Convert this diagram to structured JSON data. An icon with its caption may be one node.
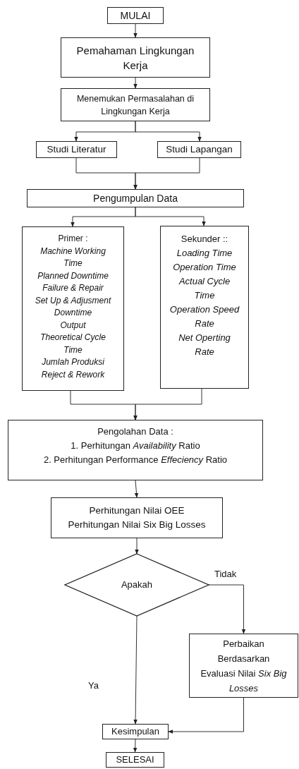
{
  "diagram": {
    "nodes": [
      {
        "text": [
          "MULAI"
        ]
      },
      {
        "text": [
          "Pemahaman  Lingkungan Kerja"
        ]
      },
      {
        "text": [
          "Menemukan Permasalahan di Lingkungan Kerja"
        ]
      },
      {
        "text": [
          "Studi Literatur"
        ]
      },
      {
        "text": [
          "Studi Lapangan"
        ]
      },
      {
        "text": [
          "Pengumpulan Data"
        ]
      },
      {
        "text": [
          "Primer :",
          "*Machine Working Time*",
          "*Planned Downtime*",
          "*Failure & Repair*",
          "*Set Up & Adjusment Downtime*",
          "*Output*",
          "*Theoretical Cycle Time*",
          "*Jumlah Produksi*",
          "*Reject & Rework*"
        ]
      },
      {
        "text": [
          "Sekunder ::",
          "*Loading Time*",
          "*Operation Time*",
          "*Actual Cycle Time*",
          "*Operation Speed Rate*",
          "*Net Operting Rate*"
        ]
      },
      {
        "text": [
          "Pengolahan Data :",
          "1. Perhitungan *Availability* Ratio",
          "2. Perhitungan Performance *Effeciency* Ratio"
        ]
      },
      {
        "text": [
          "Perhitungan Nilai OEE",
          "Perhitungan Nilai Six Big Losses"
        ]
      },
      {
        "text": [
          "Apakah"
        ]
      },
      {
        "text": [
          "Perbaikan Berdasarkan Evaluasi Nilai *Six Big Losses*"
        ]
      },
      {
        "text": [
          "Kesimpulan"
        ]
      },
      {
        "text": [
          "SELESAI"
        ]
      }
    ],
    "edges": [
      {
        "from": 0,
        "to": 1,
        "arrow": "to"
      },
      {
        "from": 1,
        "to": 2,
        "arrow": "to"
      },
      {
        "from": 2,
        "to": 3,
        "arrow": "to"
      },
      {
        "from": 2,
        "to": 4,
        "arrow": "to"
      },
      {
        "from": 3,
        "to": 5,
        "arrow": "to"
      },
      {
        "from": 4,
        "to": 5,
        "arrow": "to"
      },
      {
        "from": 5,
        "to": 6,
        "arrow": "to"
      },
      {
        "from": 5,
        "to": 7,
        "arrow": "to"
      },
      {
        "from": 6,
        "to": 8,
        "arrow": "to"
      },
      {
        "from": 7,
        "to": 8,
        "arrow": "to"
      },
      {
        "from": 8,
        "to": 9,
        "arrow": "to"
      },
      {
        "from": 9,
        "to": 10,
        "arrow": "to"
      },
      {
        "from": 10,
        "to": 11,
        "arrow": "to",
        "label": "Tidak"
      },
      {
        "from": 10,
        "to": 12,
        "arrow": "to",
        "label": "Ya"
      },
      {
        "from": 11,
        "to": 12,
        "arrow": "to"
      },
      {
        "from": 12,
        "to": 13,
        "arrow": "to"
      }
    ]
  }
}
